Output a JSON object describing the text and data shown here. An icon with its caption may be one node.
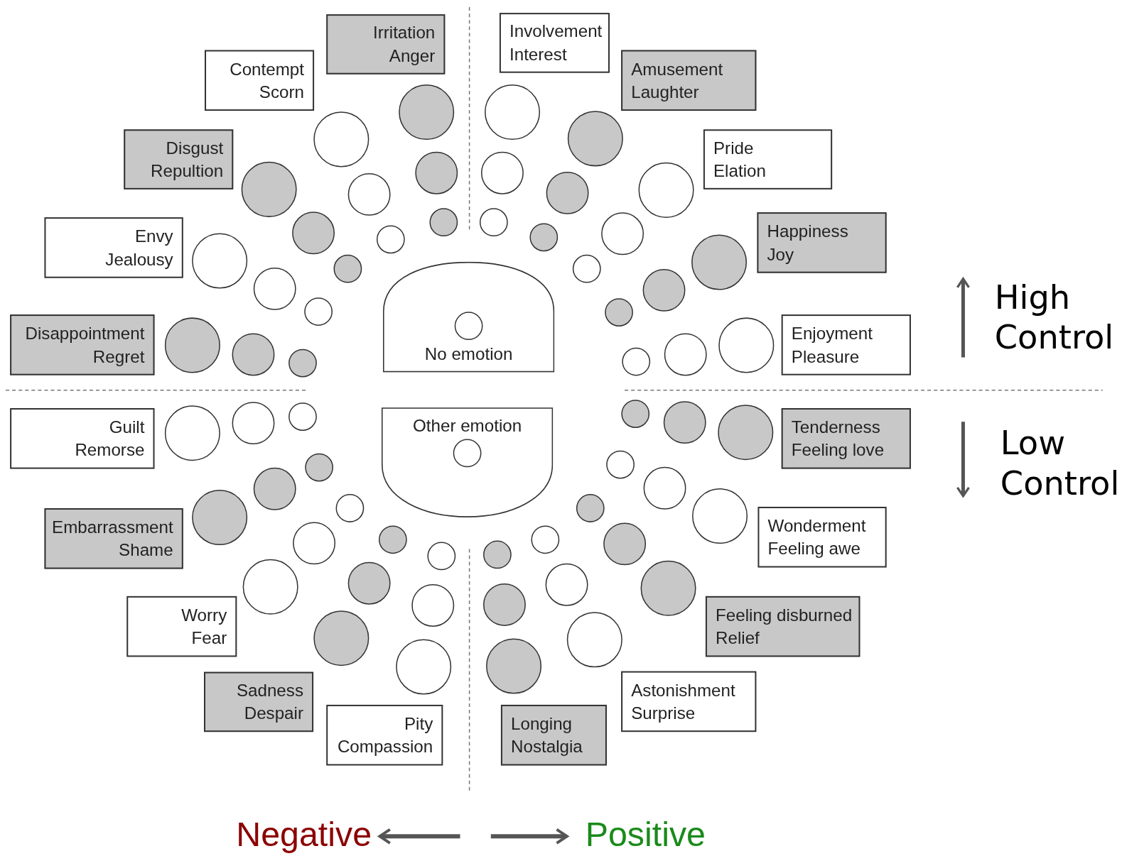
{
  "diagram": {
    "nodes": [
      {
        "text": [
          "Irritation",
          "Anger"
        ]
      },
      {
        "text": [
          "Contempt",
          "Scorn"
        ]
      },
      {
        "text": [
          "Disgust",
          "Repultion"
        ]
      },
      {
        "text": [
          "Envy",
          "Jealousy"
        ]
      },
      {
        "text": [
          "Disappointment",
          "Regret"
        ]
      },
      {
        "text": [
          "Guilt",
          "Remorse"
        ]
      },
      {
        "text": [
          "Embarrassment",
          "Shame"
        ]
      },
      {
        "text": [
          "Worry",
          "Fear"
        ]
      },
      {
        "text": [
          "Sadness",
          "Despair"
        ]
      },
      {
        "text": [
          "Pity",
          "Compassion"
        ]
      },
      {
        "text": [
          "Involvement",
          "Interest"
        ]
      },
      {
        "text": [
          "Amusement",
          "Laughter"
        ]
      },
      {
        "text": [
          "Pride",
          "Elation"
        ]
      },
      {
        "text": [
          "Happiness",
          "Joy"
        ]
      },
      {
        "text": [
          "Enjoyment",
          "Pleasure"
        ]
      },
      {
        "text": [
          "Tenderness",
          "Feeling love"
        ]
      },
      {
        "text": [
          "Wonderment",
          "Feeling awe"
        ]
      },
      {
        "text": [
          "Feeling disburned",
          "Relief"
        ]
      },
      {
        "text": [
          "Astonishment",
          "Surprise"
        ]
      },
      {
        "text": [
          "Longing",
          "Nostalgia"
        ]
      },
      {
        "text": [
          "No emotion"
        ]
      },
      {
        "text": [
          "Other emotion"
        ]
      }
    ],
    "labels": [
      "High Control",
      "Low Control",
      "Negative",
      "Positive"
    ]
  }
}
